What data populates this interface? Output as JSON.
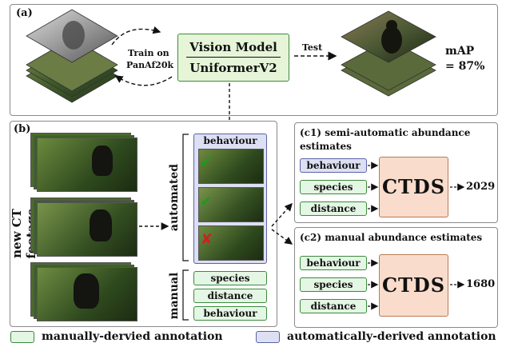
{
  "panel_a": {
    "label": "(a)",
    "train_line1": "Train on",
    "train_line2": "PanAf20k",
    "model_line1": "Vision Model",
    "model_line2": "UniformerV2",
    "test_label": "Test",
    "metric_name": "mAP",
    "metric_value": "= 87%"
  },
  "panel_b": {
    "label": "(b)",
    "footage_label": "new CT footage",
    "automated_label": "automated",
    "manual_label": "manual",
    "behaviour_header": "behaviour",
    "checks": [
      "check-icon",
      "check-icon",
      "cross-icon"
    ],
    "manual_boxes": [
      "species",
      "distance",
      "behaviour"
    ]
  },
  "panel_c1": {
    "title_line1": "(c1) semi-automatic abundance",
    "title_line2": "estimates",
    "inputs": [
      "behaviour",
      "species",
      "distance"
    ],
    "model": "CTDS",
    "result": "2029"
  },
  "panel_c2": {
    "title": "(c2) manual abundance estimates",
    "inputs": [
      "behaviour",
      "species",
      "distance"
    ],
    "model": "CTDS",
    "result": "1680"
  },
  "legend": {
    "manual": "manually-dervied annotation",
    "automatic": "automatically-derived annotation"
  },
  "colors": {
    "manual_fill": "#e4f6e4",
    "manual_border": "#3c8a3c",
    "auto_fill": "#dde0f2",
    "auto_border": "#5a63a6",
    "ctds_fill": "#f9dccb",
    "model_fill": "#e6f5d8"
  }
}
